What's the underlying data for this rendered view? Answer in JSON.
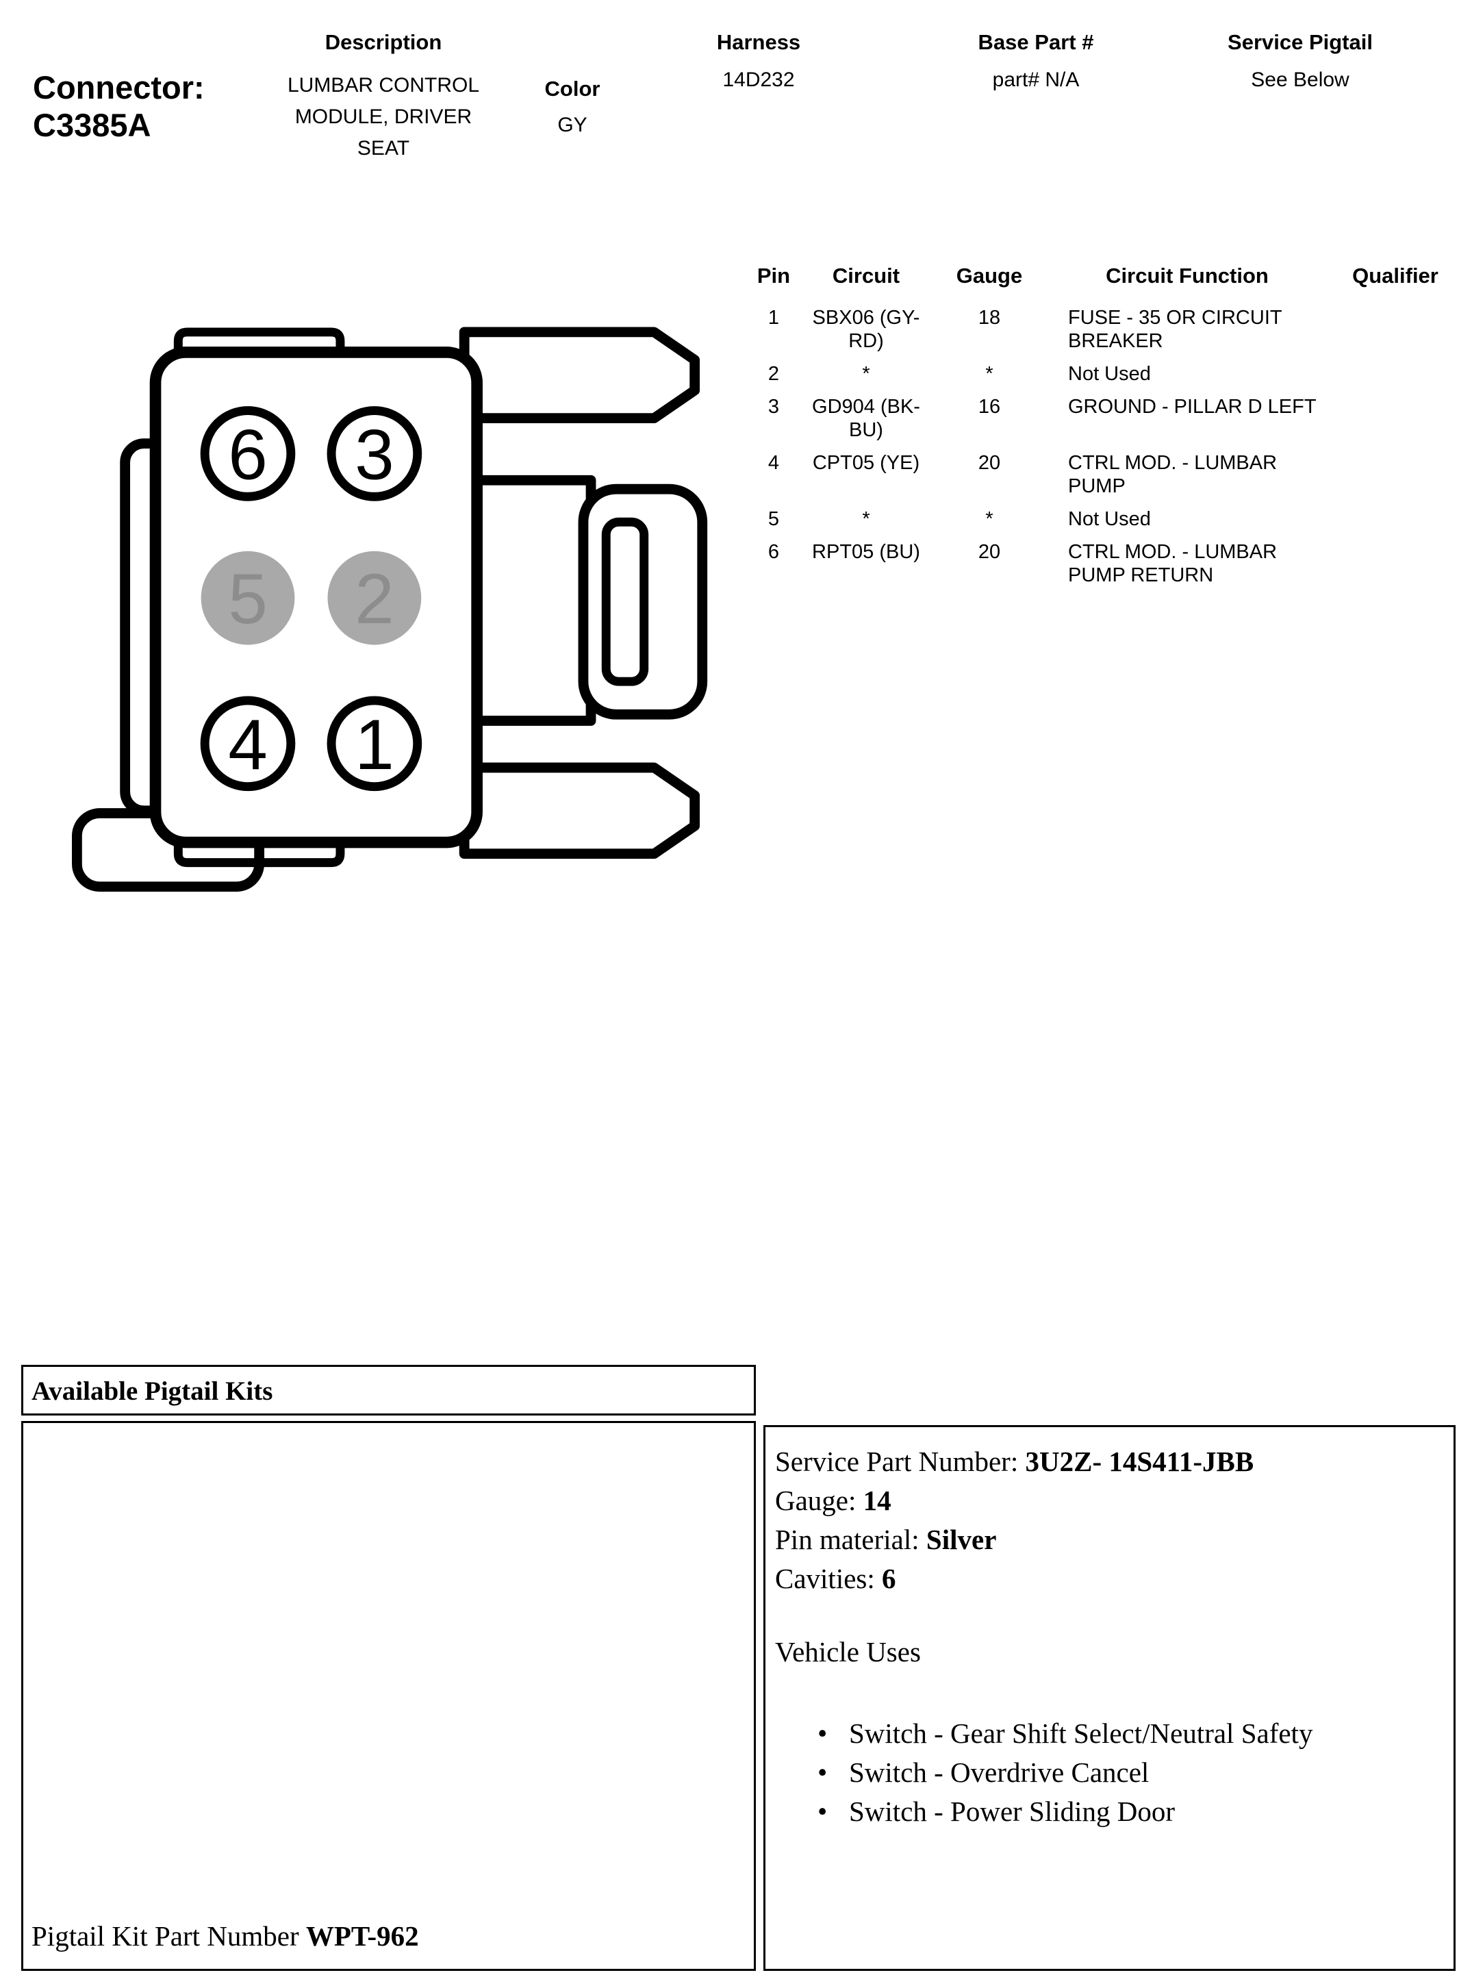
{
  "page": {
    "background": "#ffffff",
    "ink": "#000000"
  },
  "header": {
    "connector_label": "Connector:",
    "connector_id": "C3385A",
    "description_label": "Description",
    "description_value": "LUMBAR CONTROL MODULE, DRIVER SEAT",
    "color_label": "Color",
    "color_value": "GY",
    "harness_label": "Harness",
    "harness_value": "14D232",
    "base_part_label": "Base Part #",
    "base_part_value": "part# N/A",
    "service_pigtail_label": "Service Pigtail",
    "service_pigtail_value": "See Below"
  },
  "connector_diagram": {
    "shaded_color": "#a9a9a9",
    "pins": [
      {
        "number": "6",
        "shaded": false
      },
      {
        "number": "3",
        "shaded": false
      },
      {
        "number": "5",
        "shaded": true
      },
      {
        "number": "2",
        "shaded": true
      },
      {
        "number": "4",
        "shaded": false
      },
      {
        "number": "1",
        "shaded": false
      }
    ]
  },
  "pin_table": {
    "headers": {
      "pin": "Pin",
      "circuit": "Circuit",
      "gauge": "Gauge",
      "function": "Circuit Function",
      "qualifier": "Qualifier"
    },
    "rows": [
      {
        "pin": "1",
        "circuit": "SBX06 (GY-RD)",
        "gauge": "18",
        "function": "FUSE - 35 OR CIRCUIT BREAKER",
        "qualifier": ""
      },
      {
        "pin": "2",
        "circuit": "*",
        "gauge": "*",
        "function": "Not Used",
        "qualifier": ""
      },
      {
        "pin": "3",
        "circuit": "GD904 (BK-BU)",
        "gauge": "16",
        "function": "GROUND - PILLAR D LEFT",
        "qualifier": ""
      },
      {
        "pin": "4",
        "circuit": "CPT05 (YE)",
        "gauge": "20",
        "function": "CTRL MOD. - LUMBAR PUMP",
        "qualifier": ""
      },
      {
        "pin": "5",
        "circuit": "*",
        "gauge": "*",
        "function": "Not Used",
        "qualifier": ""
      },
      {
        "pin": "6",
        "circuit": "RPT05 (BU)",
        "gauge": "20",
        "function": "CTRL MOD. - LUMBAR PUMP RETURN",
        "qualifier": ""
      }
    ]
  },
  "pigtail_section": {
    "title": "Available Pigtail Kits",
    "kit_part_label": "Pigtail Kit Part Number",
    "kit_part_number": "WPT-962",
    "service_part_label": "Service Part Number:",
    "service_part_value": "3U2Z- 14S411-JBB",
    "gauge_label": "Gauge:",
    "gauge_value": "14",
    "pin_material_label": "Pin material:",
    "pin_material_value": "Silver",
    "cavities_label": "Cavities:",
    "cavities_value": "6",
    "vehicle_uses_title": "Vehicle Uses",
    "bullet": "•",
    "vehicle_uses": [
      "Switch - Gear Shift Select/Neutral Safety",
      "Switch - Overdrive Cancel",
      "Switch - Power Sliding Door"
    ]
  }
}
